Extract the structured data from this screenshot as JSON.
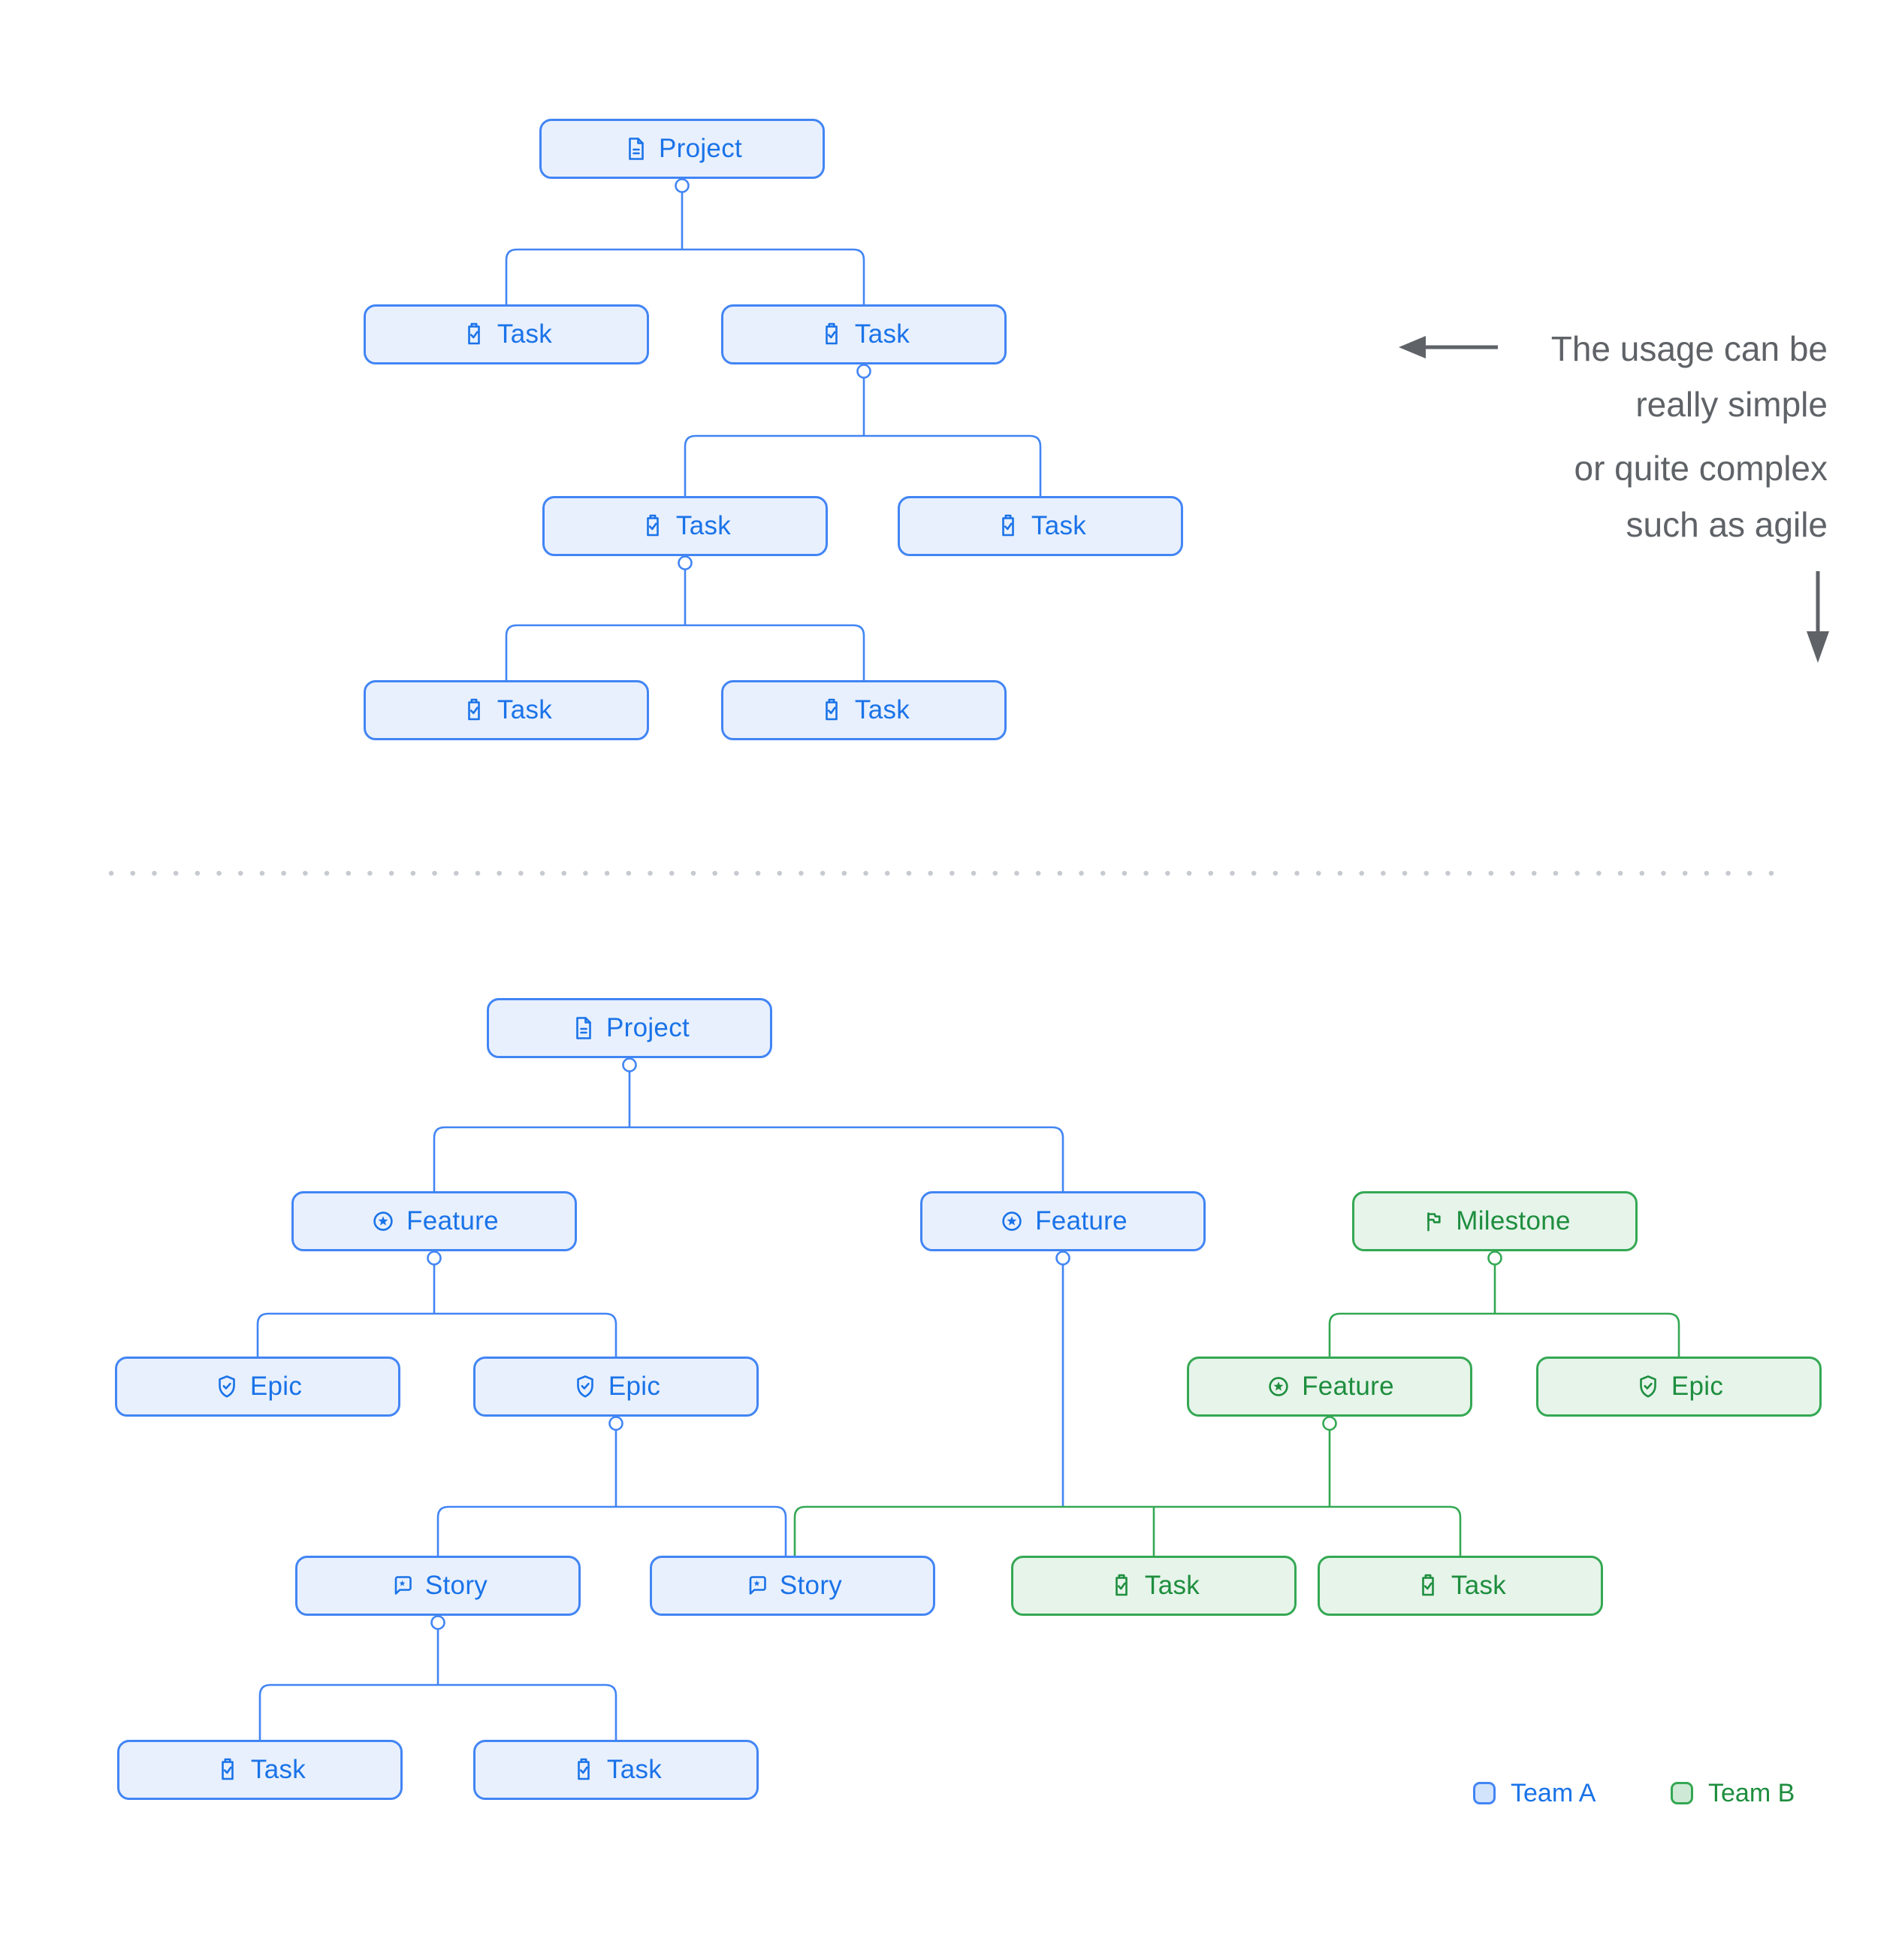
{
  "colors": {
    "team_a": {
      "border": "#4285F4",
      "fill": "#E8F0FE",
      "text": "#1A73E8"
    },
    "team_b": {
      "border": "#34A853",
      "fill": "#E6F4EA",
      "text": "#1E8E3E"
    },
    "annotation_text": "#5F6368",
    "divider_dots": "#C7CAD0"
  },
  "nodes": [
    {
      "id": "t_project",
      "icon": "project",
      "label": "Project",
      "team": "team_a"
    },
    {
      "id": "t_task1",
      "icon": "task",
      "label": "Task",
      "team": "team_a"
    },
    {
      "id": "t_task2",
      "icon": "task",
      "label": "Task",
      "team": "team_a"
    },
    {
      "id": "t_task3",
      "icon": "task",
      "label": "Task",
      "team": "team_a"
    },
    {
      "id": "t_task4",
      "icon": "task",
      "label": "Task",
      "team": "team_a"
    },
    {
      "id": "t_task5",
      "icon": "task",
      "label": "Task",
      "team": "team_a"
    },
    {
      "id": "t_task6",
      "icon": "task",
      "label": "Task",
      "team": "team_a"
    },
    {
      "id": "b_project",
      "icon": "project",
      "label": "Project",
      "team": "team_a"
    },
    {
      "id": "b_feature1",
      "icon": "feature",
      "label": "Feature",
      "team": "team_a"
    },
    {
      "id": "b_feature2",
      "icon": "feature",
      "label": "Feature",
      "team": "team_a"
    },
    {
      "id": "b_milestone",
      "icon": "milestone",
      "label": "Milestone",
      "team": "team_b"
    },
    {
      "id": "b_epic1",
      "icon": "epic",
      "label": "Epic",
      "team": "team_a"
    },
    {
      "id": "b_epic2",
      "icon": "epic",
      "label": "Epic",
      "team": "team_a"
    },
    {
      "id": "b_gfeature",
      "icon": "feature",
      "label": "Feature",
      "team": "team_b"
    },
    {
      "id": "b_gepic",
      "icon": "epic",
      "label": "Epic",
      "team": "team_b"
    },
    {
      "id": "b_story1",
      "icon": "story",
      "label": "Story",
      "team": "team_a"
    },
    {
      "id": "b_story2",
      "icon": "story",
      "label": "Story",
      "team": "team_a"
    },
    {
      "id": "b_gtask1",
      "icon": "task",
      "label": "Task",
      "team": "team_b"
    },
    {
      "id": "b_gtask2",
      "icon": "task",
      "label": "Task",
      "team": "team_b"
    },
    {
      "id": "b_task1",
      "icon": "task",
      "label": "Task",
      "team": "team_a"
    },
    {
      "id": "b_task2",
      "icon": "task",
      "label": "Task",
      "team": "team_a"
    }
  ],
  "annotation": {
    "lines": [
      "The usage can be",
      "really simple",
      "or quite complex",
      "such as agile"
    ]
  },
  "legend": [
    {
      "label": "Team A",
      "team": "team_a"
    },
    {
      "label": "Team B",
      "team": "team_b"
    }
  ]
}
